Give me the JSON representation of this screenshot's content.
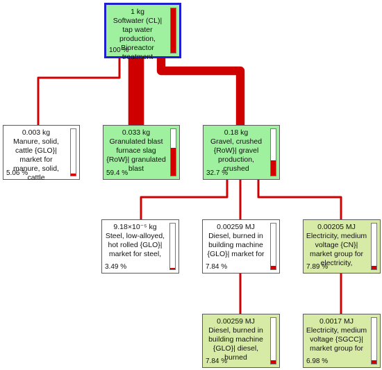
{
  "colors": {
    "flow": "#cf0000",
    "node_fill_green": "#9ff09f",
    "node_fill_light": "#d8eba6",
    "node_fill_white": "#ffffff",
    "root_border": "#1f1fcf",
    "bar_fill": "#d40000"
  },
  "nodes": [
    {
      "id": "n0",
      "amount": "1 kg",
      "label": "Softwater (CL)| tap water production, Bioreactor treatment",
      "percent": "100 %",
      "share": 1.0
    },
    {
      "id": "n1",
      "amount": "0.003 kg",
      "label": "Manure, solid, cattle {GLO}| market for manure, solid, cattle",
      "percent": "5.06 %",
      "share": 0.0506
    },
    {
      "id": "n2",
      "amount": "0.033 kg",
      "label": "Granulated blast furnace slag {RoW}| granulated blast",
      "percent": "59.4 %",
      "share": 0.594
    },
    {
      "id": "n3",
      "amount": "0.18 kg",
      "label": "Gravel, crushed {RoW}| gravel production, crushed",
      "percent": "32.7 %",
      "share": 0.327
    },
    {
      "id": "n4",
      "amount": "9.18×10⁻⁵ kg",
      "label": "Steel, low-alloyed, hot rolled {GLO}| market for steel,",
      "percent": "3.49 %",
      "share": 0.0349
    },
    {
      "id": "n5",
      "amount": "0.00259 MJ",
      "label": "Diesel, burned in building machine {GLO}| market for",
      "percent": "7.84 %",
      "share": 0.0784
    },
    {
      "id": "n6",
      "amount": "0.00205 MJ",
      "label": "Electricity, medium voltage {CN}| market group for electricity,",
      "percent": "7.89 %",
      "share": 0.0789
    },
    {
      "id": "n7",
      "amount": "0.00259 MJ",
      "label": "Diesel, burned in building machine {GLO}| diesel, burned",
      "percent": "7.84 %",
      "share": 0.0784
    },
    {
      "id": "n8",
      "amount": "0.0017 MJ",
      "label": "Electricity, medium voltage {SGCC}| market group for",
      "percent": "6.98 %",
      "share": 0.0698
    }
  ],
  "links": [
    {
      "from": "n1",
      "to": "n0",
      "share": 0.0506
    },
    {
      "from": "n2",
      "to": "n0",
      "share": 0.594
    },
    {
      "from": "n3",
      "to": "n0",
      "share": 0.327
    },
    {
      "from": "n4",
      "to": "n3",
      "share": 0.0349
    },
    {
      "from": "n5",
      "to": "n3",
      "share": 0.0784
    },
    {
      "from": "n6",
      "to": "n3",
      "share": 0.0789
    },
    {
      "from": "n7",
      "to": "n5",
      "share": 0.0784
    },
    {
      "from": "n8",
      "to": "n6",
      "share": 0.0698
    }
  ]
}
